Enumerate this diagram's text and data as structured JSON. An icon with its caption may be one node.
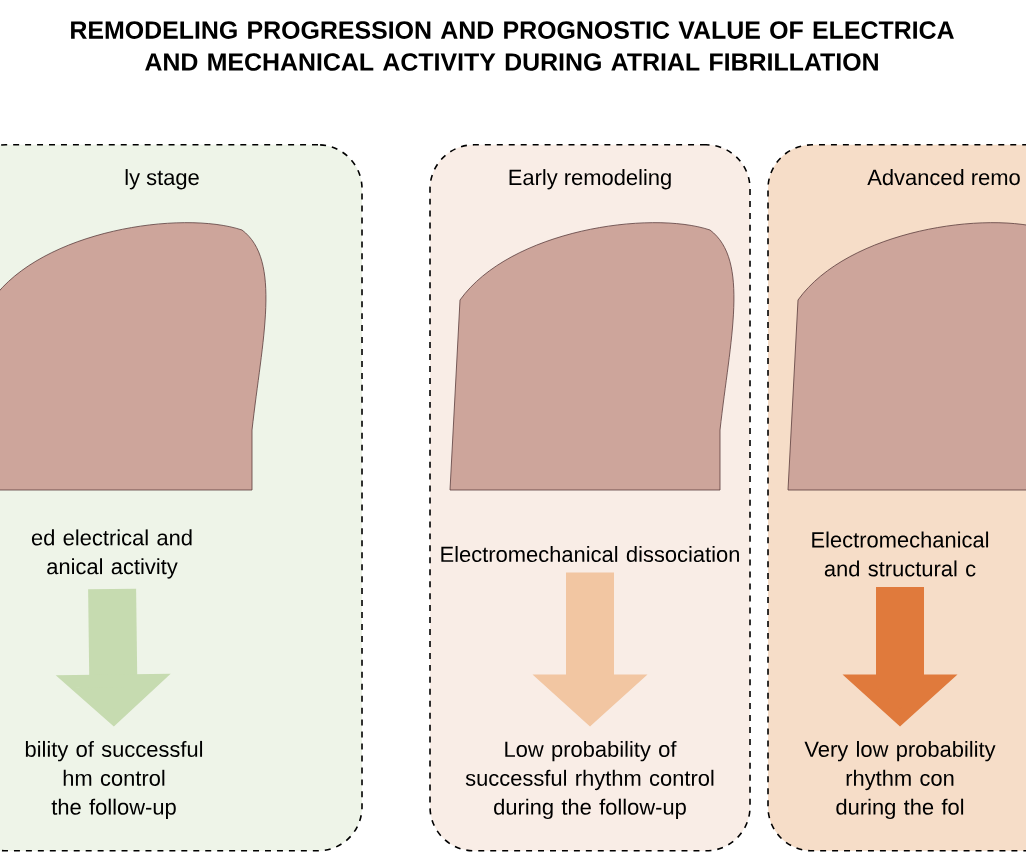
{
  "diagram": {
    "title": "REMODELING PROGRESSION AND PROGNOSTIC VALUE OF ELECTRICA AND MECHANICAL ACTIVITY DURING ATRIAL FIBRILLATION",
    "nodes": [
      {
        "text": [
          "ly stage"
        ]
      },
      {
        "text": [
          "ed electrical and anical activity"
        ],
        "in": 0
      },
      {
        "text": [
          "bility of successful hm control the follow-up"
        ],
        "in": 0
      },
      {
        "text": [
          "Early remodeling"
        ]
      },
      {
        "text": [
          "Electromechanical dissociation"
        ],
        "in": 3
      },
      {
        "text": [
          "Low probability of successful rhythm control during the follow-up"
        ],
        "in": 3
      },
      {
        "text": [
          "Advanced remo"
        ]
      },
      {
        "text": [
          "Electromechanical and structural c"
        ],
        "in": 6
      },
      {
        "text": [
          "Very low probability rhythm con during the fol"
        ],
        "in": 6
      }
    ],
    "edges": [
      {
        "from": 1,
        "to": 2,
        "arrow": "to",
        "color": "#c6dbb0"
      },
      {
        "from": 4,
        "to": 5,
        "arrow": "to",
        "color": "#f2c6a2"
      },
      {
        "from": 7,
        "to": 8,
        "arrow": "to",
        "color": "#e07a3c"
      }
    ]
  }
}
